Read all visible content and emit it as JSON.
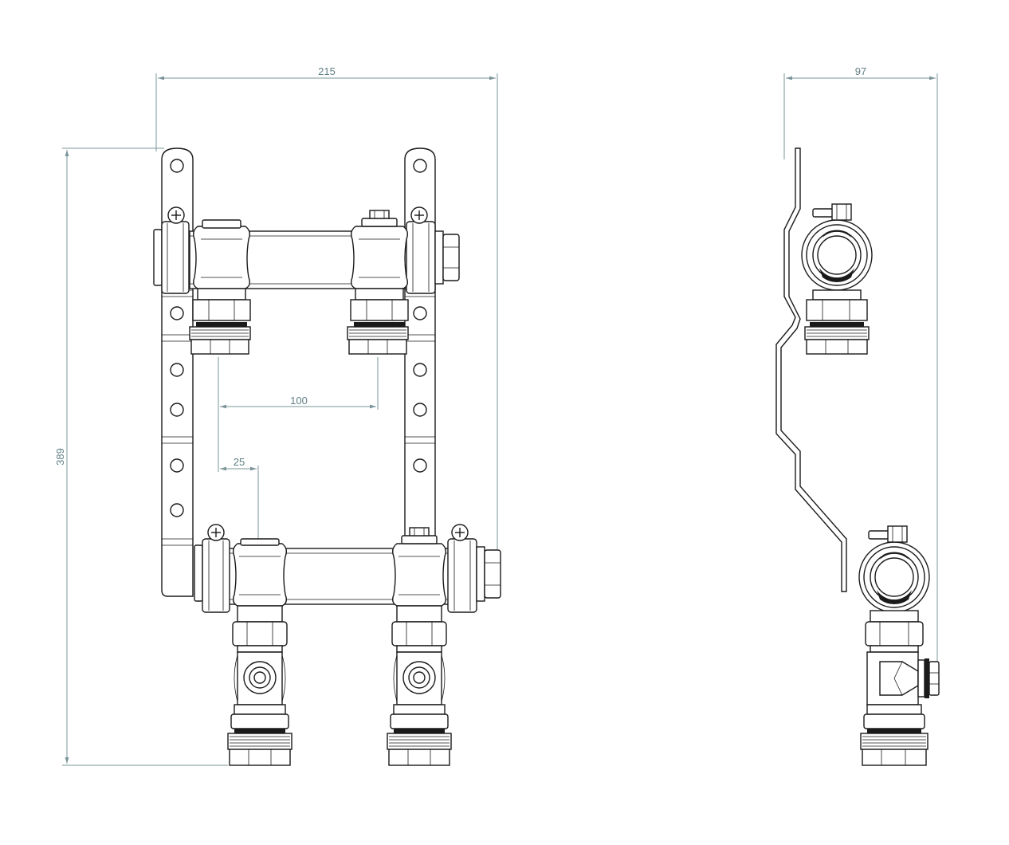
{
  "dimensions": {
    "overall_width": "215",
    "overall_height": "389",
    "outlet_spacing": "100",
    "offset": "25",
    "side_depth": "97"
  },
  "colors": {
    "line": "#1a1a1a",
    "dimension": "#7a9499",
    "background": "#ffffff"
  }
}
